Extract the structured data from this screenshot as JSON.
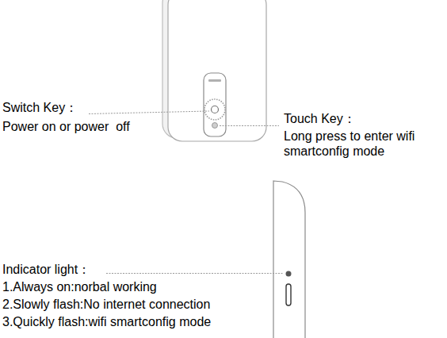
{
  "diagram": {
    "labels": [
      "Switch Key：",
      "Power on or power  off",
      "Touch Key：",
      "Long press to enter wifi smartconfig mode",
      "Indicator light：",
      "1.Always on:norbal working",
      "2.Slowly flash:No internet connection",
      "3.Quickly flash:wifi smartconfig mode"
    ]
  }
}
